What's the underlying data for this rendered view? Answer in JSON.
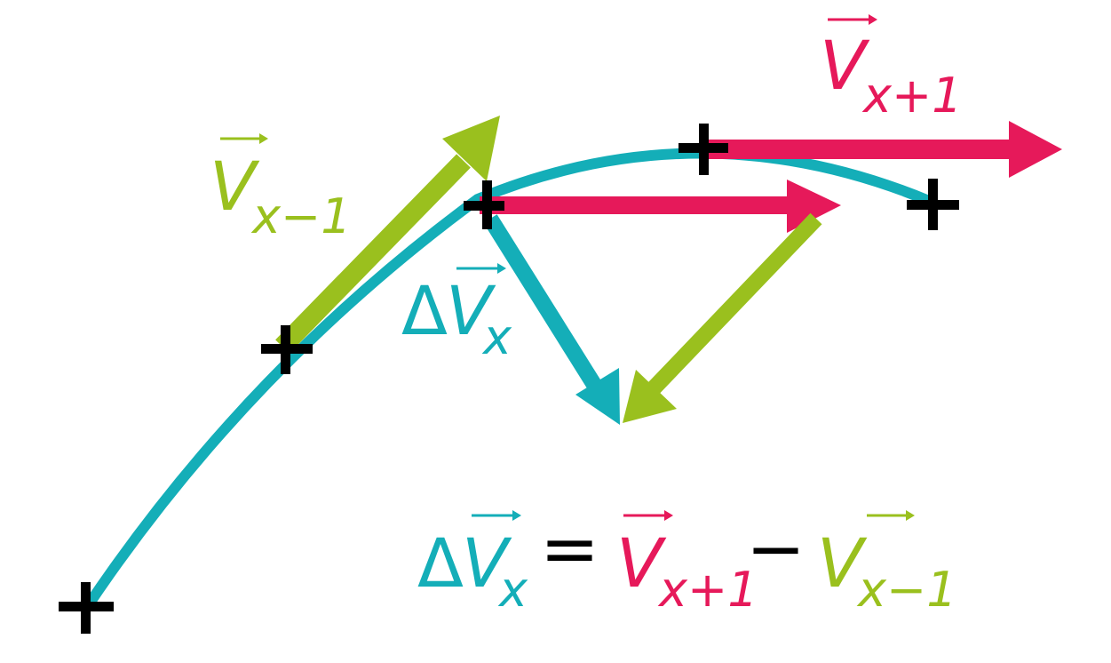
{
  "colors": {
    "teal": "#14aeb8",
    "green": "#9ac01e",
    "pink": "#e6195a",
    "black": "#000000"
  },
  "labels": {
    "v_prev": {
      "symbol": "V",
      "subscript": "x−1"
    },
    "v_next": {
      "symbol": "V",
      "subscript": "x+1"
    },
    "delta_v": {
      "delta": "Δ",
      "symbol": "V",
      "subscript": "x"
    },
    "equation": {
      "lhs_delta": "Δ",
      "lhs_symbol": "V",
      "lhs_sub": "x",
      "equals": "=",
      "term1_symbol": "V",
      "term1_sub": "x+1",
      "minus": "−",
      "term2_symbol": "V",
      "term2_sub": "x−1"
    }
  }
}
